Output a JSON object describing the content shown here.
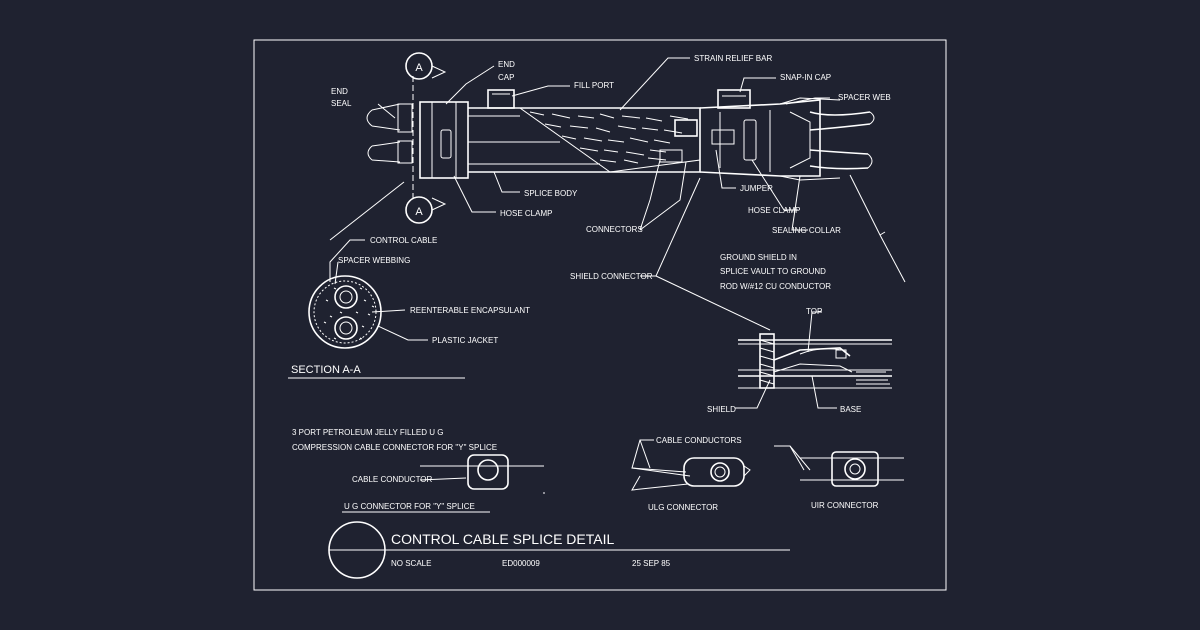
{
  "colors": {
    "background": "#1f2230",
    "line": "#ffffff"
  },
  "section_marker": "A",
  "labels": {
    "end_seal_1": "END",
    "end_seal_2": "SEAL",
    "end_cap_1": "END",
    "end_cap_2": "CAP",
    "fill_port": "FILL PORT",
    "strain_relief_bar": "STRAIN RELIEF BAR",
    "snap_in_cap": "SNAP-IN CAP",
    "spacer_web": "SPACER WEB",
    "splice_body": "SPLICE BODY",
    "hose_clamp_left": "HOSE CLAMP",
    "connectors": "CONNECTORS",
    "jumper": "JUMPER",
    "hose_clamp_right": "HOSE CLAMP",
    "sealing_collar": "SEALING COLLAR",
    "control_cable": "CONTROL CABLE",
    "spacer_webbing": "SPACER WEBBING",
    "reenterable_encapsulant": "REENTERABLE ENCAPSULANT",
    "plastic_jacket": "PLASTIC JACKET",
    "section_title": "SECTION A-A",
    "shield_connector": "SHIELD CONNECTOR",
    "ground_shield_1": "GROUND SHIELD IN",
    "ground_shield_2": "SPLICE VAULT TO GROUND",
    "ground_shield_3": "ROD W/#12 CU CONDUCTOR",
    "top": "TOP",
    "shield": "SHIELD",
    "base": "BASE",
    "port_desc_1": "3 PORT PETROLEUM JELLY FILLED U G",
    "port_desc_2": "COMPRESSION CABLE CONNECTOR FOR \"Y\" SPLICE",
    "cable_conductor": "CABLE CONDUCTOR",
    "ug_connector": "U G CONNECTOR FOR \"Y\" SPLICE",
    "cable_conductors": "CABLE CONDUCTORS",
    "ulg_connector": "ULG CONNECTOR",
    "uir_connector": "UIR CONNECTOR"
  },
  "title_block": {
    "title": "CONTROL CABLE SPLICE DETAIL",
    "scale": "NO SCALE",
    "drawing_no": "ED000009",
    "date": "25 SEP 85"
  }
}
